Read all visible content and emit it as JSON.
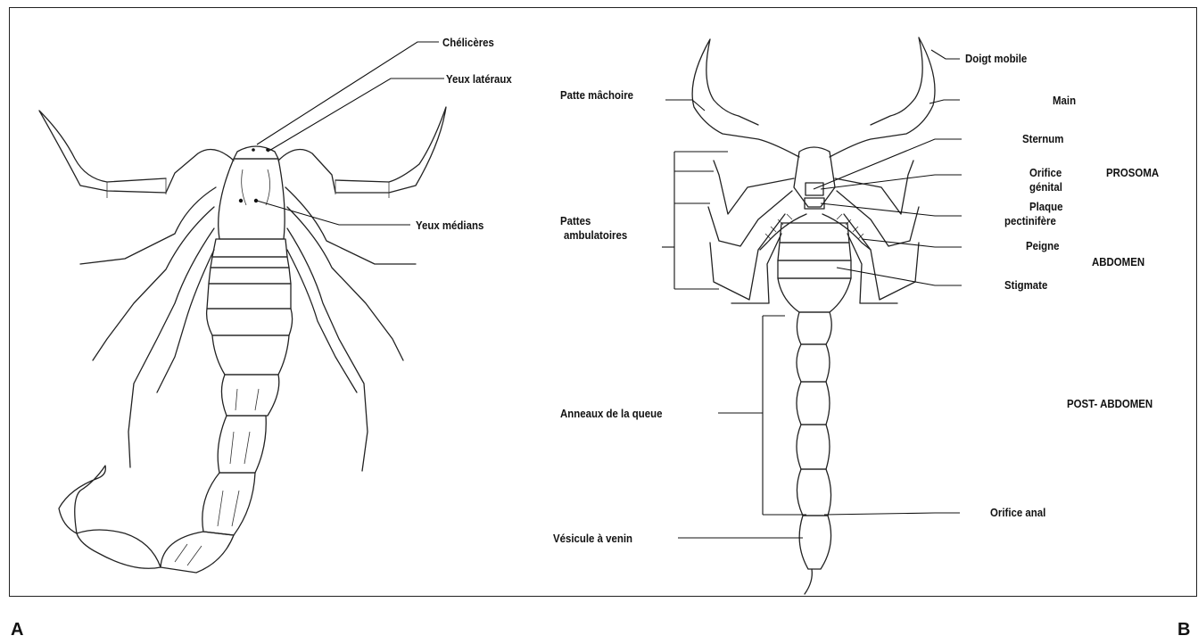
{
  "figure_labels": {
    "left": "A",
    "right": "B"
  },
  "panel_a": {
    "labels": {
      "chelicerae": "Chélicères",
      "lateral_eyes": "Yeux latéraux",
      "median_eyes": "Yeux médians"
    }
  },
  "panel_b": {
    "labels": {
      "pedipalp": "Patte mâchoire",
      "walking_legs_1": "Pattes",
      "walking_legs_2": "ambulatoires",
      "tail_rings": "Anneaux de la queue",
      "venom_vesicle": "Vésicule à venin",
      "movable_finger": "Doigt mobile",
      "hand": "Main",
      "sternum": "Sternum",
      "genital_1": "Orifice",
      "genital_2": "génital",
      "pectine_plate_1": "Plaque",
      "pectine_plate_2": "pectinifère",
      "comb": "Peigne",
      "stigma": "Stigmate",
      "anal": "Orifice anal"
    },
    "regions": {
      "prosoma": "PROSOMA",
      "abdomen": "ABDOMEN",
      "post_abdomen": "POST- ABDOMEN"
    }
  }
}
